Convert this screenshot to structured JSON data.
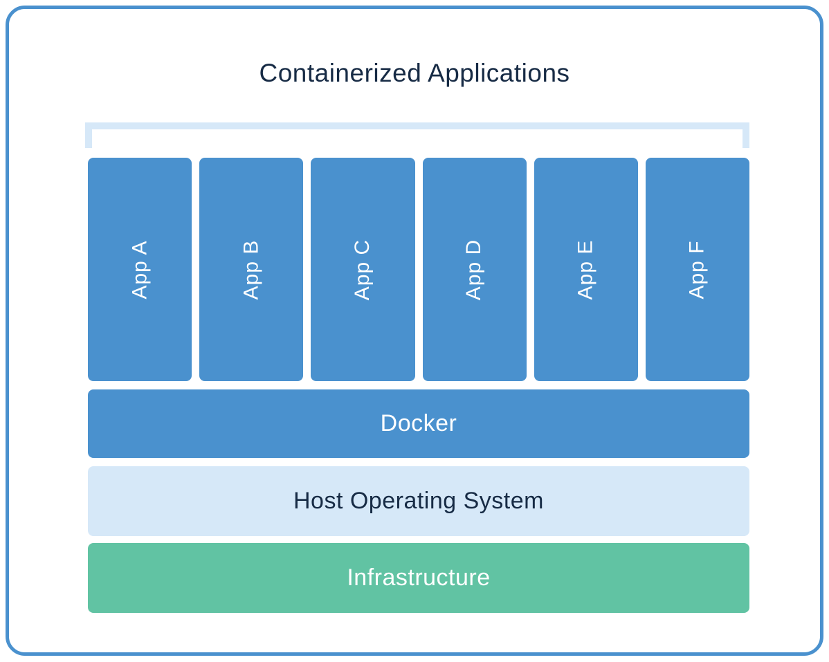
{
  "diagram": {
    "title": "Containerized Applications",
    "apps": [
      {
        "label": "App A"
      },
      {
        "label": "App B"
      },
      {
        "label": "App C"
      },
      {
        "label": "App D"
      },
      {
        "label": "App E"
      },
      {
        "label": "App F"
      }
    ],
    "layers": [
      {
        "id": "docker",
        "label": "Docker"
      },
      {
        "id": "host-os",
        "label": "Host Operating System"
      },
      {
        "id": "infrastructure",
        "label": "Infrastructure"
      }
    ],
    "colors": {
      "accent_blue": "#4A91CE",
      "light_blue": "#D6E8F8",
      "green": "#61C3A3",
      "navy": "#172B45",
      "white": "#FFFFFF"
    }
  }
}
